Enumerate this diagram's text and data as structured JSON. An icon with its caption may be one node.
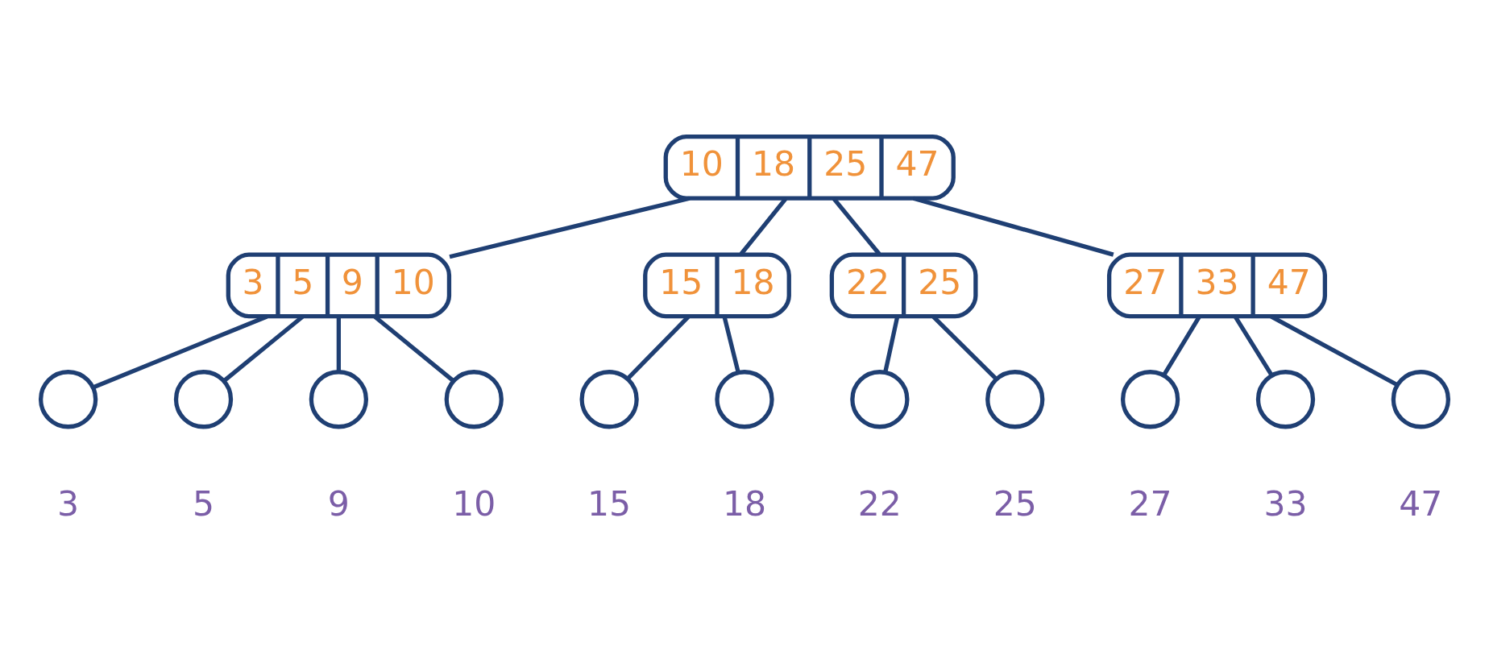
{
  "diagram": {
    "nodes": [
      {
        "text": [
          "10",
          "18",
          "25",
          "47"
        ]
      },
      {
        "text": [
          "3",
          "5",
          "9",
          "10"
        ]
      },
      {
        "text": [
          "15",
          "18"
        ]
      },
      {
        "text": [
          "22",
          "25"
        ]
      },
      {
        "text": [
          "27",
          "33",
          "47"
        ]
      },
      {
        "text": [],
        "shape": "circle",
        "beside": [
          "3"
        ]
      },
      {
        "text": [],
        "shape": "circle",
        "beside": [
          "5"
        ]
      },
      {
        "text": [],
        "shape": "circle",
        "beside": [
          "9"
        ]
      },
      {
        "text": [],
        "shape": "circle",
        "beside": [
          "10"
        ]
      },
      {
        "text": [],
        "shape": "circle",
        "beside": [
          "15"
        ]
      },
      {
        "text": [],
        "shape": "circle",
        "beside": [
          "18"
        ]
      },
      {
        "text": [],
        "shape": "circle",
        "beside": [
          "22"
        ]
      },
      {
        "text": [],
        "shape": "circle",
        "beside": [
          "25"
        ]
      },
      {
        "text": [],
        "shape": "circle",
        "beside": [
          "27"
        ]
      },
      {
        "text": [],
        "shape": "circle",
        "beside": [
          "33"
        ]
      },
      {
        "text": [],
        "shape": "circle",
        "beside": [
          "47"
        ]
      }
    ],
    "edges": [
      {
        "from": 0,
        "to": 1,
        "arrow": "none"
      },
      {
        "from": 0,
        "to": 2,
        "arrow": "none"
      },
      {
        "from": 0,
        "to": 3,
        "arrow": "none"
      },
      {
        "from": 0,
        "to": 4,
        "arrow": "none"
      },
      {
        "from": 1,
        "to": 5,
        "arrow": "none"
      },
      {
        "from": 1,
        "to": 6,
        "arrow": "none"
      },
      {
        "from": 1,
        "to": 7,
        "arrow": "none"
      },
      {
        "from": 1,
        "to": 8,
        "arrow": "none"
      },
      {
        "from": 2,
        "to": 9,
        "arrow": "none"
      },
      {
        "from": 2,
        "to": 10,
        "arrow": "none"
      },
      {
        "from": 3,
        "to": 11,
        "arrow": "none"
      },
      {
        "from": 3,
        "to": 12,
        "arrow": "none"
      },
      {
        "from": 4,
        "to": 13,
        "arrow": "none"
      },
      {
        "from": 4,
        "to": 14,
        "arrow": "none"
      },
      {
        "from": 4,
        "to": 15,
        "arrow": "none"
      }
    ]
  }
}
